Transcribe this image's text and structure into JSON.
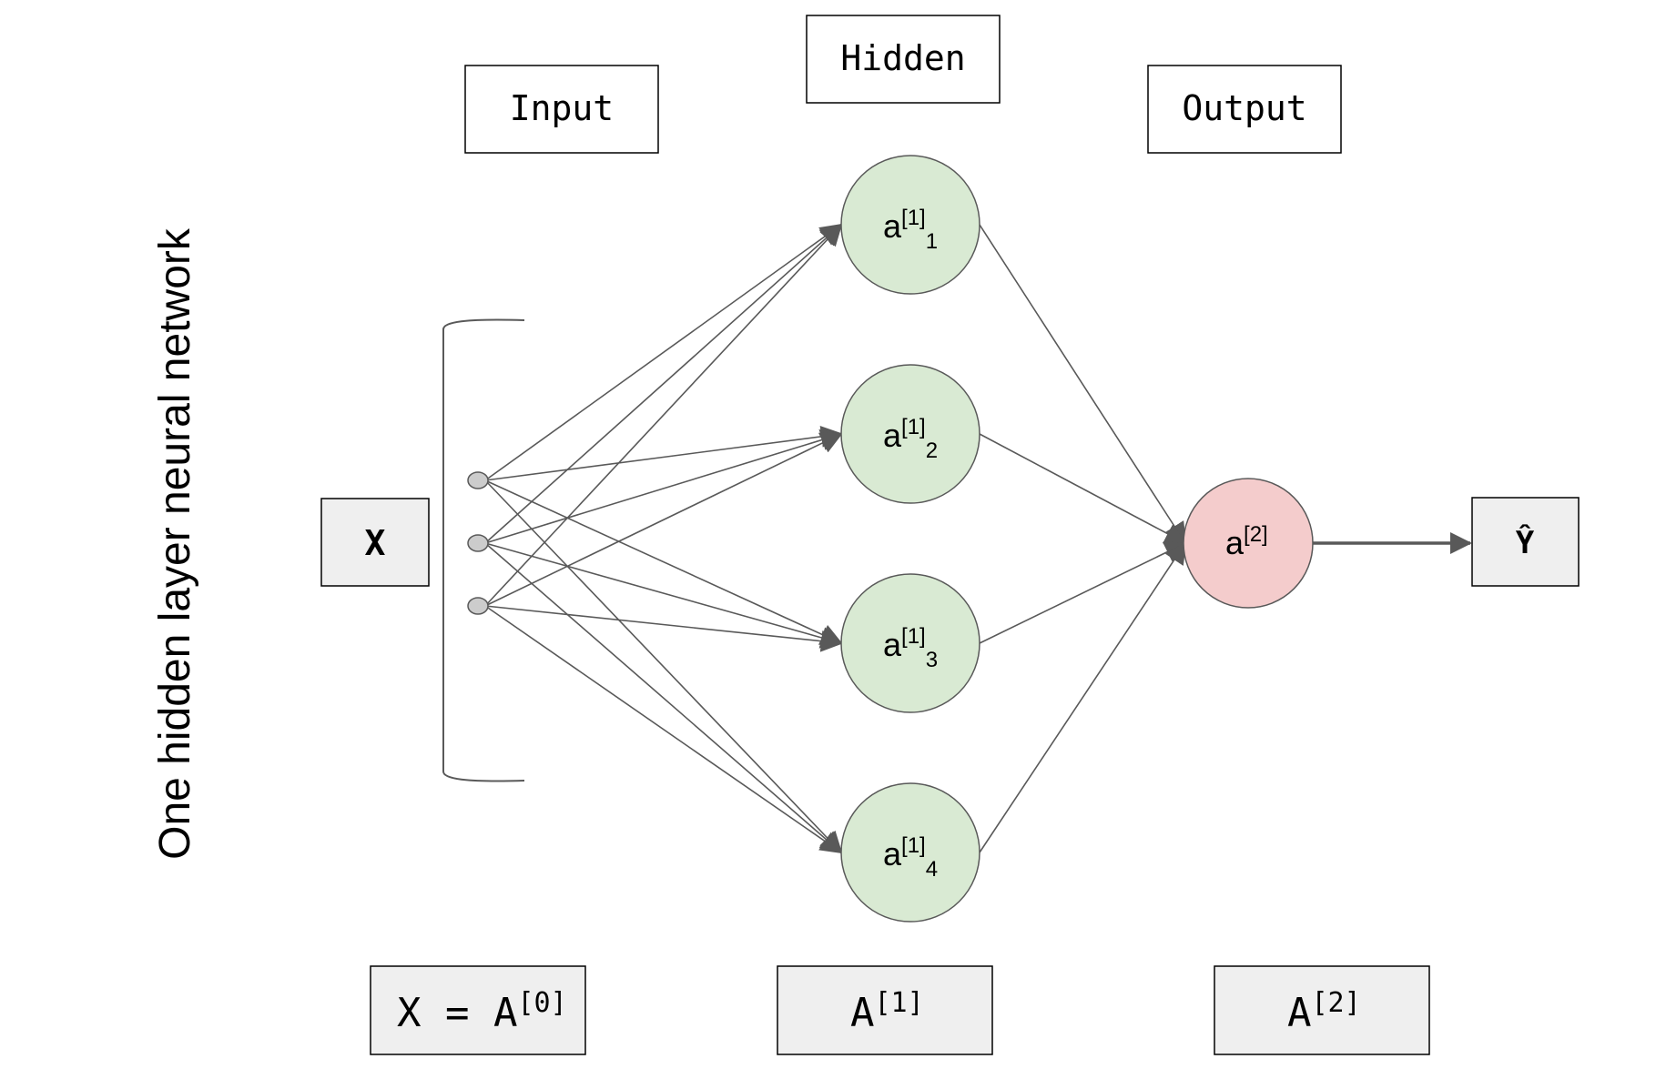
{
  "side_title": "One hidden layer neural network",
  "headers": {
    "input": "Input",
    "hidden": "Hidden",
    "output": "Output"
  },
  "input_box": {
    "label": "X"
  },
  "output_box": {
    "label": "Ŷ"
  },
  "input_nodes_count": 3,
  "hidden_nodes": [
    {
      "base": "a",
      "sup": "[1]",
      "sub": "1"
    },
    {
      "base": "a",
      "sup": "[1]",
      "sub": "2"
    },
    {
      "base": "a",
      "sup": "[1]",
      "sub": "3"
    },
    {
      "base": "a",
      "sup": "[1]",
      "sub": "4"
    }
  ],
  "output_node": {
    "base": "a",
    "sup": "[2]"
  },
  "bottom_labels": {
    "a0": {
      "base": "X = A",
      "sup": "[0]"
    },
    "a1": {
      "base": "A",
      "sup": "[1]"
    },
    "a2": {
      "base": "A",
      "sup": "[2]"
    }
  },
  "colors": {
    "hidden_fill": "#d9ead3",
    "output_fill": "#f4cccc",
    "gray_box_fill": "#efefef",
    "input_node_fill": "#cccccc",
    "stroke": "#595959",
    "edge": "#595959"
  }
}
